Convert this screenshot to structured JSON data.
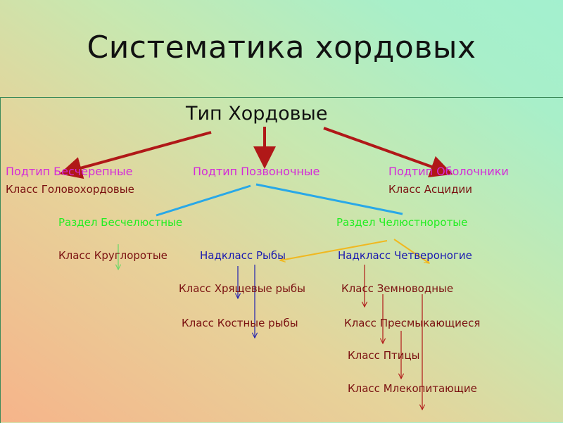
{
  "title": "Систематика хордовых",
  "type": "Тип Хордовые",
  "subtypes": {
    "acrania": "Подтип Бесчерепные",
    "vertebrata": "Подтип Позвоночные",
    "tunicata": "Подтип Оболочники"
  },
  "classes": {
    "cephalochordata": "Класс Головохордовые",
    "ascidiacea": "Класс Асцидии",
    "cyclostomata": "Класс Круглоротые",
    "chondrichthyes": "Класс Хрящевые рыбы",
    "osteichthyes": "Класс Костные рыбы",
    "amphibia": "Класс Земноводные",
    "reptilia": "Класс Пресмыкающиеся",
    "aves": "Класс Птицы",
    "mammalia": "Класс Млекопитающие"
  },
  "divisions": {
    "agnatha": "Раздел Бесчелюстные",
    "gnathostomata": "Раздел Челюстноротые"
  },
  "superclasses": {
    "pisces": "Надкласс Рыбы",
    "tetrapoda": "Надкласс Четвероногие"
  },
  "colors": {
    "title": "#111111",
    "subtype": "#d42ad8",
    "class": "#7a1010",
    "division": "#22ee22",
    "superclass": "#1a1ab0",
    "main_arrow": "#b01818",
    "division_arrow": "#28a8e8",
    "superclass_arrow": "#f0b820"
  }
}
